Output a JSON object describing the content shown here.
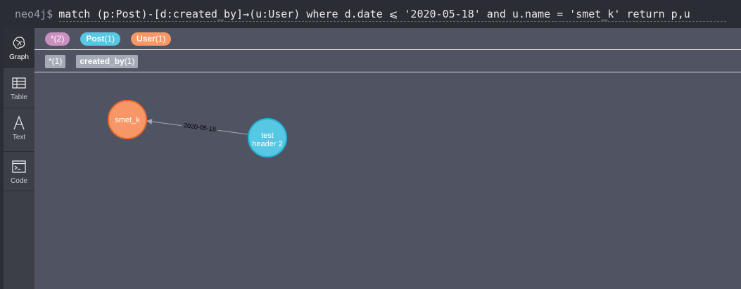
{
  "query_bar": {
    "prompt": "neo4j$",
    "query": "match (p:Post)-[d:created_by]→(u:User) where d.date ⩽ '2020-05-18' and u.name = 'smet_k' return p,u"
  },
  "sidebar": {
    "items": [
      {
        "label": "Graph",
        "icon": "graph-icon",
        "active": true
      },
      {
        "label": "Table",
        "icon": "table-icon",
        "active": false
      },
      {
        "label": "Text",
        "icon": "text-icon",
        "active": false
      },
      {
        "label": "Code",
        "icon": "code-icon",
        "active": false
      }
    ]
  },
  "legend": {
    "node_labels": [
      {
        "name": "*",
        "count": "(2)",
        "color": "#c990c0"
      },
      {
        "name": "Post",
        "count": "(1)",
        "color": "#57c7e3"
      },
      {
        "name": "User",
        "count": "(1)",
        "color": "#f79767"
      }
    ],
    "relationship_types": [
      {
        "name": "*",
        "count": "(1)"
      },
      {
        "name": "created_by",
        "count": "(1)"
      }
    ]
  },
  "graph": {
    "nodes": [
      {
        "id": "user",
        "label": "User",
        "caption": [
          "smet_k"
        ],
        "color": "#f79767",
        "border": "#f36924"
      },
      {
        "id": "post",
        "label": "Post",
        "caption": [
          "test",
          "header 2"
        ],
        "color": "#57c7e3",
        "border": "#23b3d7"
      }
    ],
    "relationships": [
      {
        "from": "post",
        "to": "user",
        "type": "created_by",
        "caption": "2020-05-18"
      }
    ]
  }
}
